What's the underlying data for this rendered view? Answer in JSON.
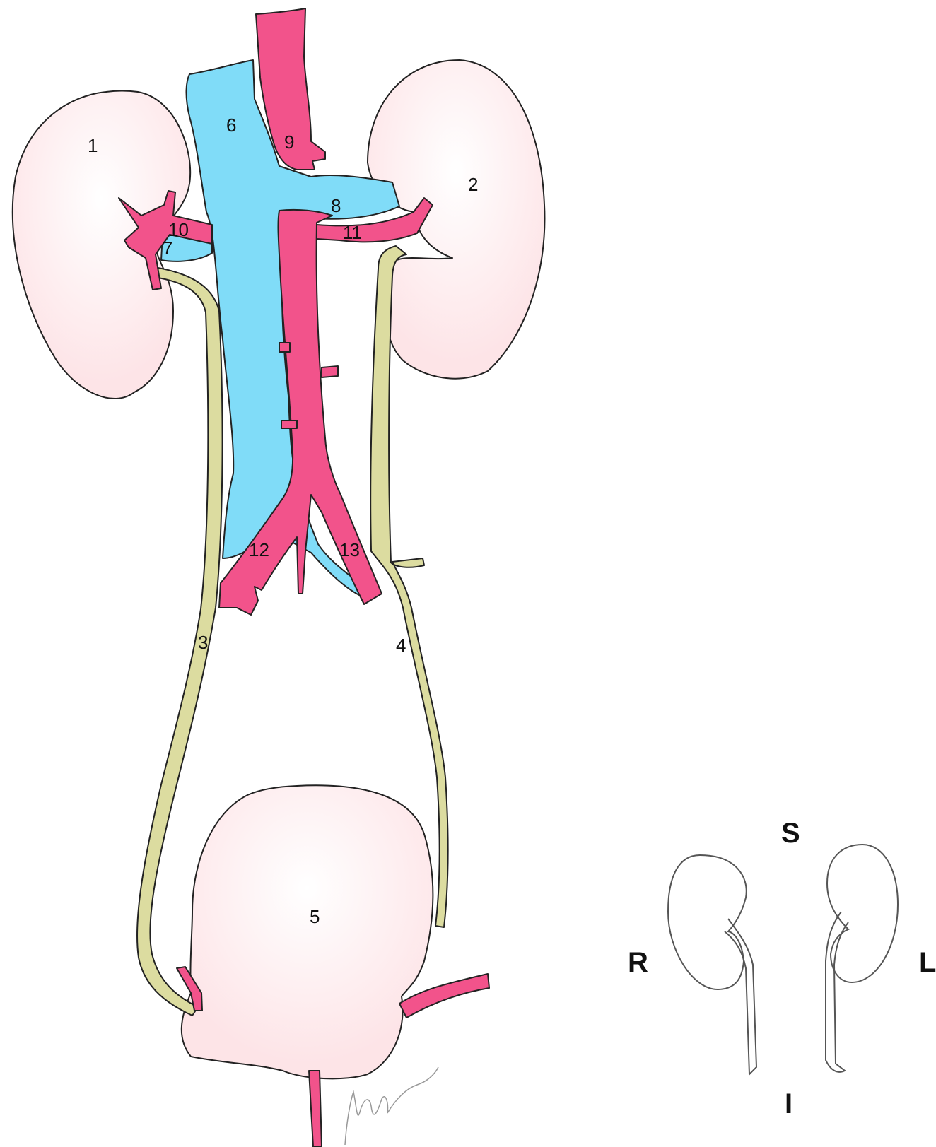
{
  "colors": {
    "organ_fill": "#fde8ea",
    "vein": "#80dcf8",
    "artery": "#f2538b",
    "ureter": "#dcdca0",
    "outline": "#222222"
  },
  "labels": [
    "1",
    "2",
    "3",
    "4",
    "5",
    "6",
    "7",
    "8",
    "9",
    "10",
    "11",
    "12",
    "13"
  ],
  "orientation": {
    "superior": "S",
    "inferior": "I",
    "right": "R",
    "left": "L"
  }
}
